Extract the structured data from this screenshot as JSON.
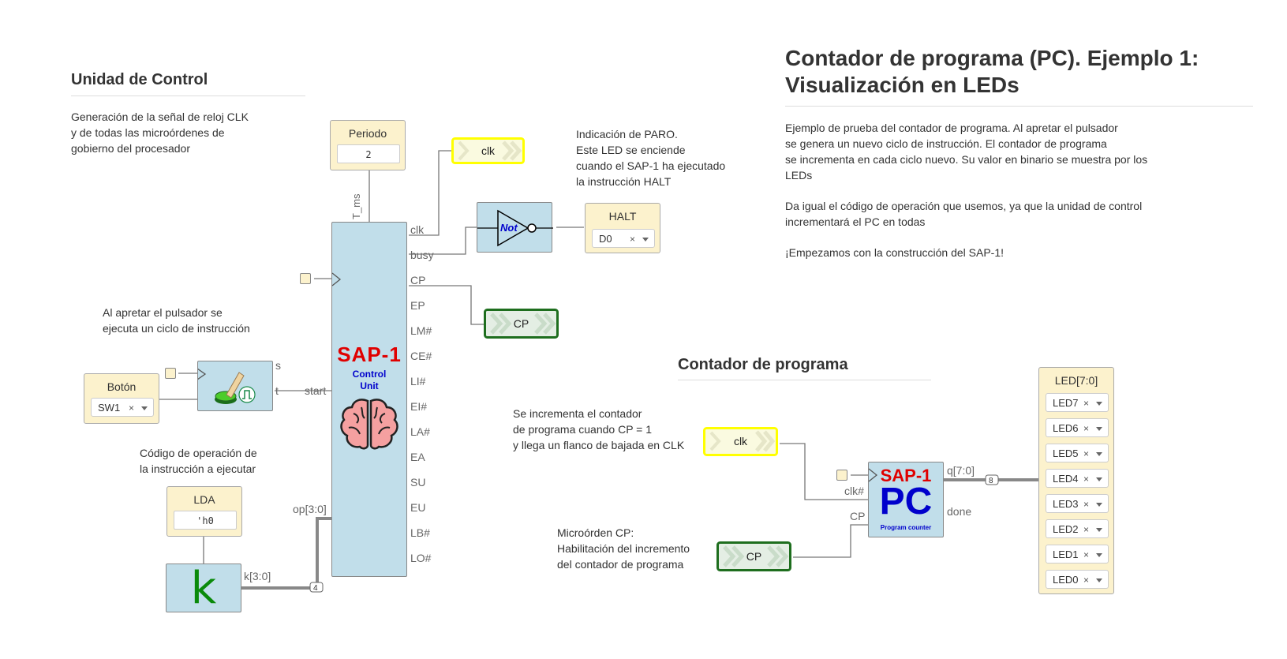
{
  "left": {
    "heading": "Unidad de Control",
    "desc": [
      "Generación de la señal de reloj CLK",
      "y de todas las microórdenes de",
      "gobierno del procesador"
    ],
    "periodo_label": "Periodo",
    "periodo_value": "2",
    "t_ms": "T_ms",
    "clk_tag": "clk",
    "cp_tag": "CP",
    "halt_note": [
      "Indicación de PARO.",
      "Este LED se enciende",
      "cuando el SAP-1 ha ejecutado",
      "la instrucción HALT"
    ],
    "not_label": "Not",
    "halt_label": "HALT",
    "halt_select": "D0",
    "boton_note": [
      "Al apretar el pulsador se",
      "ejecuta un ciclo de instrucción"
    ],
    "boton_label": "Botón",
    "boton_select": "SW1",
    "opcode_note": [
      "Código de operación de",
      "la instrucción a ejecutar"
    ],
    "lda_label": "LDA",
    "lda_value": "'h0",
    "k_label": "k",
    "k_pin": "k[3:0]",
    "bus_width": "4",
    "cu_title": "SAP-1",
    "cu_sub1": "Control",
    "cu_sub2": "Unit",
    "cu_left_pins": {
      "s": "s",
      "t": "t",
      "start": "start",
      "op": "op[3:0]"
    },
    "cu_right_pins": [
      "clk",
      "busy",
      "CP",
      "EP",
      "LM#",
      "CE#",
      "LI#",
      "EI#",
      "LA#",
      "EA",
      "SU",
      "EU",
      "LB#",
      "LO#"
    ]
  },
  "right": {
    "title_line1": "Contador de programa (PC). Ejemplo 1:",
    "title_line2": "Visualización en LEDs",
    "p1": [
      "Ejemplo de prueba del contador de programa. Al apretar el pulsador",
      "se genera un nuevo ciclo de instrucción. El contador de programa",
      "se incrementa en cada ciclo nuevo. Su valor en binario se muestra por los",
      "LEDs"
    ],
    "p2": [
      "Da igual el código de operación que usemos, ya que la unidad de control",
      "incrementará el PC en todas"
    ],
    "p3": "¡Empezamos con la construcción del SAP-1!",
    "pc_heading": "Contador de programa",
    "pc_note": [
      "Se incrementa el contador",
      "de programa cuando CP = 1",
      "y llega un flanco de bajada en CLK"
    ],
    "cp_note": [
      "Microórden CP:",
      "Habilitación del incremento",
      "del contador de programa"
    ],
    "clk_tag": "clk",
    "cp_tag": "CP",
    "pc_title": "SAP-1",
    "pc_big": "PC",
    "pc_sub": "Program counter",
    "pc_pins": {
      "clk": "clk#",
      "cp": "CP",
      "q": "q[7:0]",
      "done": "done"
    },
    "bus_width": "8",
    "leds_label": "LED[7:0]",
    "leds": [
      "LED7",
      "LED6",
      "LED5",
      "LED4",
      "LED3",
      "LED2",
      "LED1",
      "LED0"
    ]
  },
  "colors": {
    "block": "#c1deea",
    "card": "#fcf2cd",
    "clk_tag": "#ffff00",
    "cp_tag": "#1e6e1e",
    "red": "#e00000",
    "blue": "#0000cc",
    "k_green": "#0a8a0a"
  }
}
